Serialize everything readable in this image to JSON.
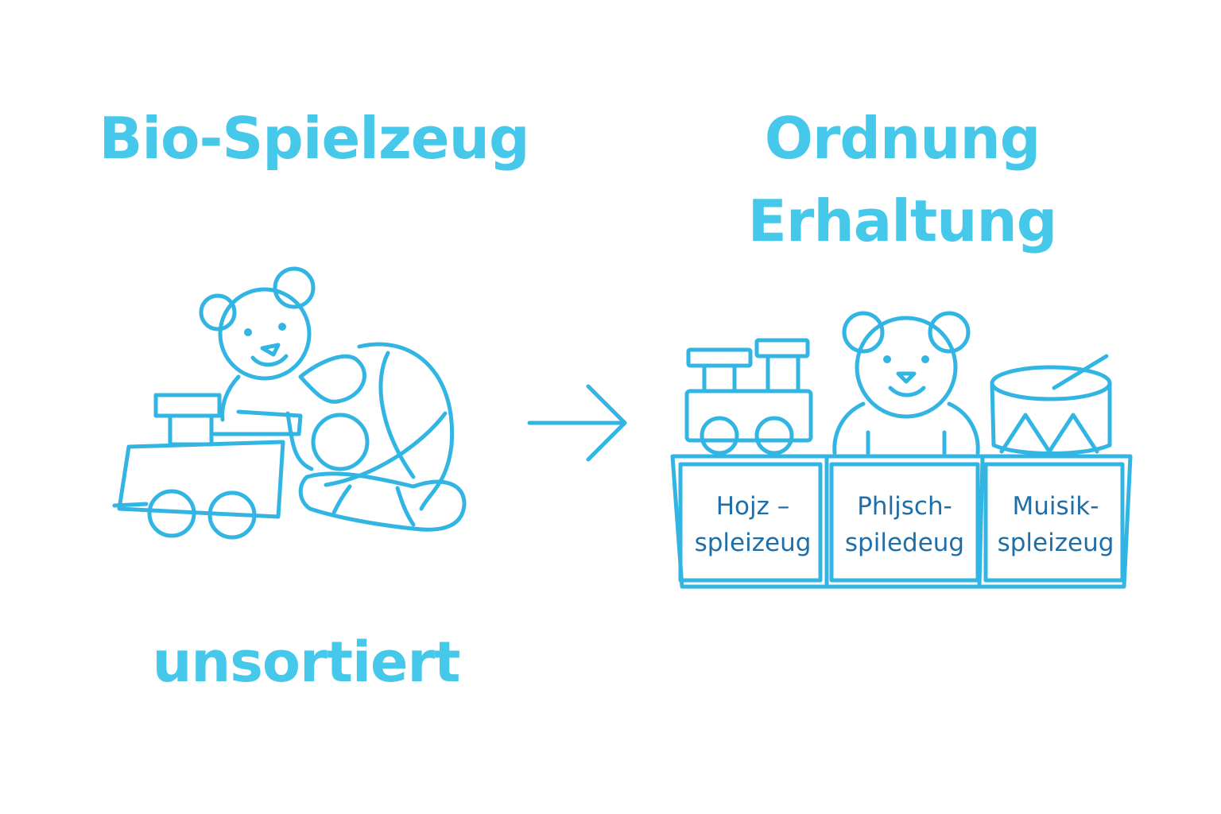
{
  "left": {
    "title": "Bio-Spielzeug",
    "caption": "unsortiert"
  },
  "right": {
    "title_line1": "Ordnung",
    "title_line2": "Erhaltung",
    "shelf": [
      {
        "line1": "Hojz –",
        "line2": "spleizeug"
      },
      {
        "line1": "Phljsch-",
        "line2": "spiledeug"
      },
      {
        "line1": "Muisik-",
        "line2": "spleizeug"
      }
    ]
  },
  "colors": {
    "heading": "#45c8ea",
    "outline": "#33b5e3",
    "label": "#1f6ea8"
  },
  "icons": [
    "teddy-bear-icon",
    "ball-icon",
    "toy-train-icon",
    "arrow-right-icon",
    "drum-icon",
    "shelf-icon"
  ]
}
